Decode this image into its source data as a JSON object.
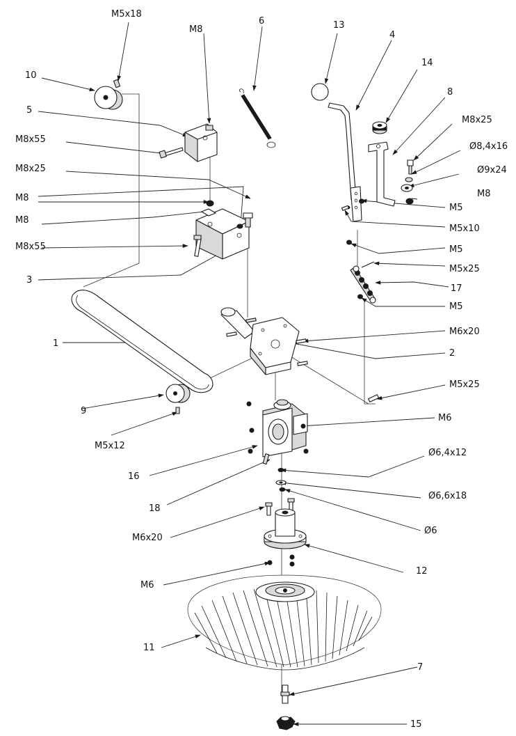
{
  "callouts": [
    {
      "id": "c-m5x18-top",
      "text": "M5x18"
    },
    {
      "id": "c-m8-top",
      "text": "M8"
    },
    {
      "id": "c-6",
      "text": "6"
    },
    {
      "id": "c-13",
      "text": "13"
    },
    {
      "id": "c-4",
      "text": "4"
    },
    {
      "id": "c-14",
      "text": "14"
    },
    {
      "id": "c-10",
      "text": "10"
    },
    {
      "id": "c-8",
      "text": "8"
    },
    {
      "id": "c-5",
      "text": "5"
    },
    {
      "id": "c-m8x25-right",
      "text": "M8x25"
    },
    {
      "id": "c-m8x55-top",
      "text": "M8x55"
    },
    {
      "id": "c-d84x16",
      "text": "Ø8,4x16"
    },
    {
      "id": "c-m8x25-left",
      "text": "M8x25"
    },
    {
      "id": "c-d9x24",
      "text": "Ø9x24"
    },
    {
      "id": "c-m8-mid1",
      "text": "M8"
    },
    {
      "id": "c-m8-right",
      "text": "M8"
    },
    {
      "id": "c-m8-mid2",
      "text": "M8"
    },
    {
      "id": "c-m5-r1",
      "text": "M5"
    },
    {
      "id": "c-m5x10",
      "text": "M5x10"
    },
    {
      "id": "c-m8x55-mid",
      "text": "M8x55"
    },
    {
      "id": "c-m5-r2",
      "text": "M5"
    },
    {
      "id": "c-m5x25-r1",
      "text": "M5x25"
    },
    {
      "id": "c-3",
      "text": "3"
    },
    {
      "id": "c-17",
      "text": "17"
    },
    {
      "id": "c-m5-r3",
      "text": "M5"
    },
    {
      "id": "c-m6x20-right",
      "text": "M6x20"
    },
    {
      "id": "c-1",
      "text": "1"
    },
    {
      "id": "c-2",
      "text": "2"
    },
    {
      "id": "c-m5x25-r2",
      "text": "M5x25"
    },
    {
      "id": "c-9",
      "text": "9"
    },
    {
      "id": "c-m6-right",
      "text": "M6"
    },
    {
      "id": "c-m5x12",
      "text": "M5x12"
    },
    {
      "id": "c-d64x12",
      "text": "Ø6,4x12"
    },
    {
      "id": "c-16",
      "text": "16"
    },
    {
      "id": "c-d66x18",
      "text": "Ø6,6x18"
    },
    {
      "id": "c-18",
      "text": "18"
    },
    {
      "id": "c-d6",
      "text": "Ø6"
    },
    {
      "id": "c-m6x20-left",
      "text": "M6x20"
    },
    {
      "id": "c-12",
      "text": "12"
    },
    {
      "id": "c-m6-left",
      "text": "M6"
    },
    {
      "id": "c-11",
      "text": "11"
    },
    {
      "id": "c-7",
      "text": "7"
    },
    {
      "id": "c-15",
      "text": "15"
    }
  ],
  "colors": {
    "ink": "#1a1a1a",
    "background": "#ffffff",
    "fill_grey": "#d9d9d9"
  }
}
